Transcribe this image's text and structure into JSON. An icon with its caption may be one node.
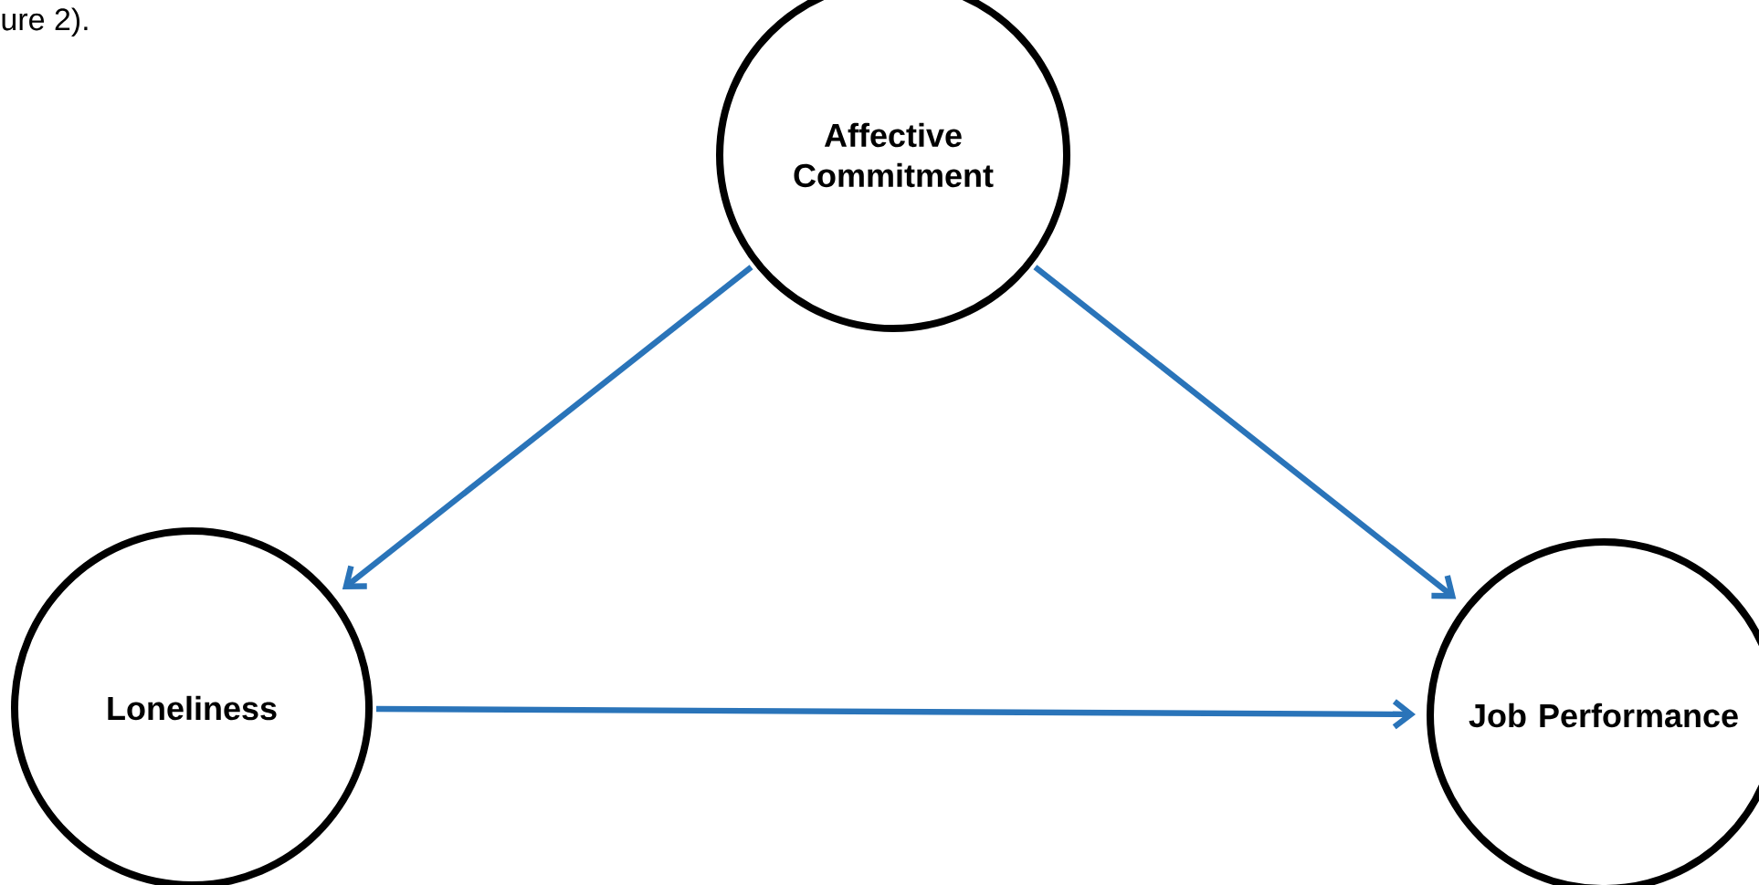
{
  "diagram": {
    "nodes": [
      {
        "text": [
          "Affective Commitment"
        ]
      },
      {
        "text": [
          "Loneliness"
        ]
      },
      {
        "text": [
          "Job Performance"
        ]
      }
    ],
    "edges": [
      {
        "from": 0,
        "to": 1,
        "arrow": "to"
      },
      {
        "from": 0,
        "to": 2,
        "arrow": "to"
      },
      {
        "from": 1,
        "to": 2,
        "arrow": "to"
      }
    ],
    "labels": [
      "ure 2)."
    ]
  }
}
